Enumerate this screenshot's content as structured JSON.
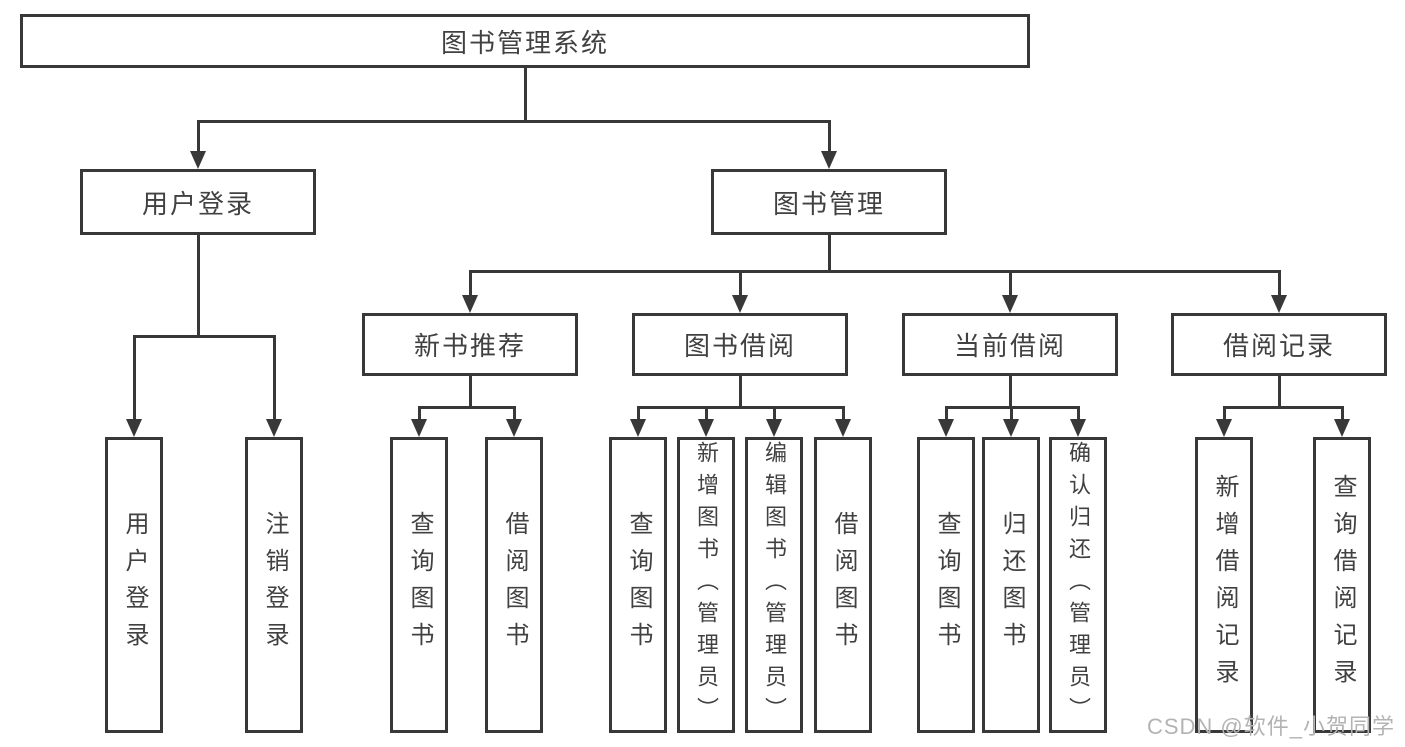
{
  "tree": {
    "label": "图书管理系统",
    "children": [
      {
        "label": "用户登录",
        "children": [
          {
            "label": "用户登录"
          },
          {
            "label": "注销登录"
          }
        ]
      },
      {
        "label": "图书管理",
        "children": [
          {
            "label": "新书推荐",
            "children": [
              {
                "label": "查询图书"
              },
              {
                "label": "借阅图书"
              }
            ]
          },
          {
            "label": "图书借阅",
            "children": [
              {
                "label": "查询图书"
              },
              {
                "label": "新增图书（管理员）"
              },
              {
                "label": "编辑图书（管理员）"
              },
              {
                "label": "借阅图书"
              }
            ]
          },
          {
            "label": "当前借阅",
            "children": [
              {
                "label": "查询图书"
              },
              {
                "label": "归还图书"
              },
              {
                "label": "确认归还（管理员）"
              }
            ]
          },
          {
            "label": "借阅记录",
            "children": [
              {
                "label": "新增借阅记录"
              },
              {
                "label": "查询借阅记录"
              }
            ]
          }
        ]
      }
    ]
  },
  "watermark": {
    "text": "CSDN @软件_小贺同学"
  },
  "colors": {
    "line": "#383838",
    "text": "#414141",
    "watermark": "#b3b3b3",
    "background": "#ffffff"
  }
}
